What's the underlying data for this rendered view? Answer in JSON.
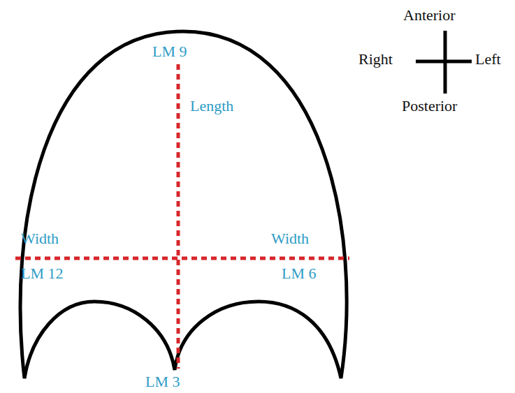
{
  "diagram": {
    "labels": [
      "LM 9",
      "Anterior",
      "Length",
      "Right",
      "Left",
      "Posterior",
      "Width",
      "Width",
      "LM 12",
      "LM 6",
      "LM 3"
    ]
  }
}
